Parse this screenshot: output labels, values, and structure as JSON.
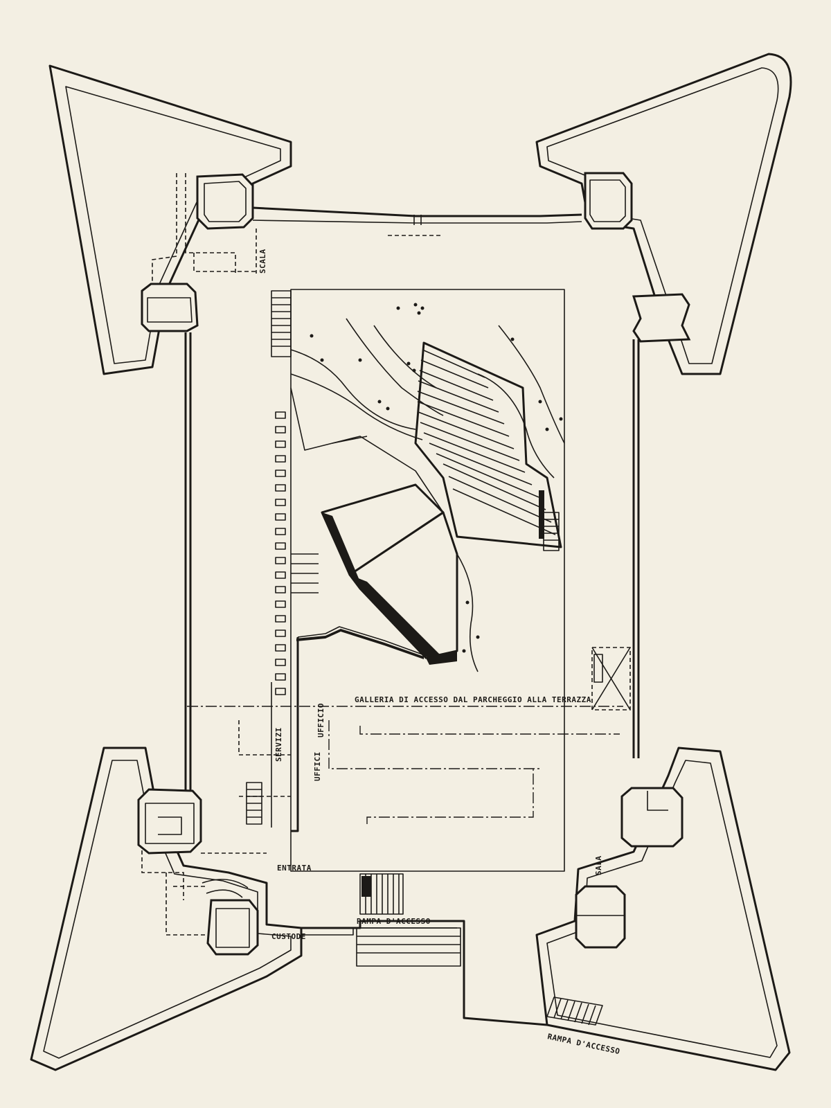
{
  "labels": {
    "galleria": "GALLERIA DI ACCESSO DAL PARCHEGGIO ALLA TERRAZZA",
    "rampa_centrale": "RAMPA D'ACCESSO",
    "rampa_sud": "RAMPA D'ACCESSO",
    "custode": "CUSTODE",
    "entrata": "ENTRATA",
    "scala": "SCALA",
    "ufficio": "UFFICIO",
    "ufficio_2": "UFFICI",
    "servizi": "SERVIZI",
    "sala": "SALA"
  },
  "colors": {
    "paper": "#f3efe3",
    "ink": "#1c1a17"
  }
}
